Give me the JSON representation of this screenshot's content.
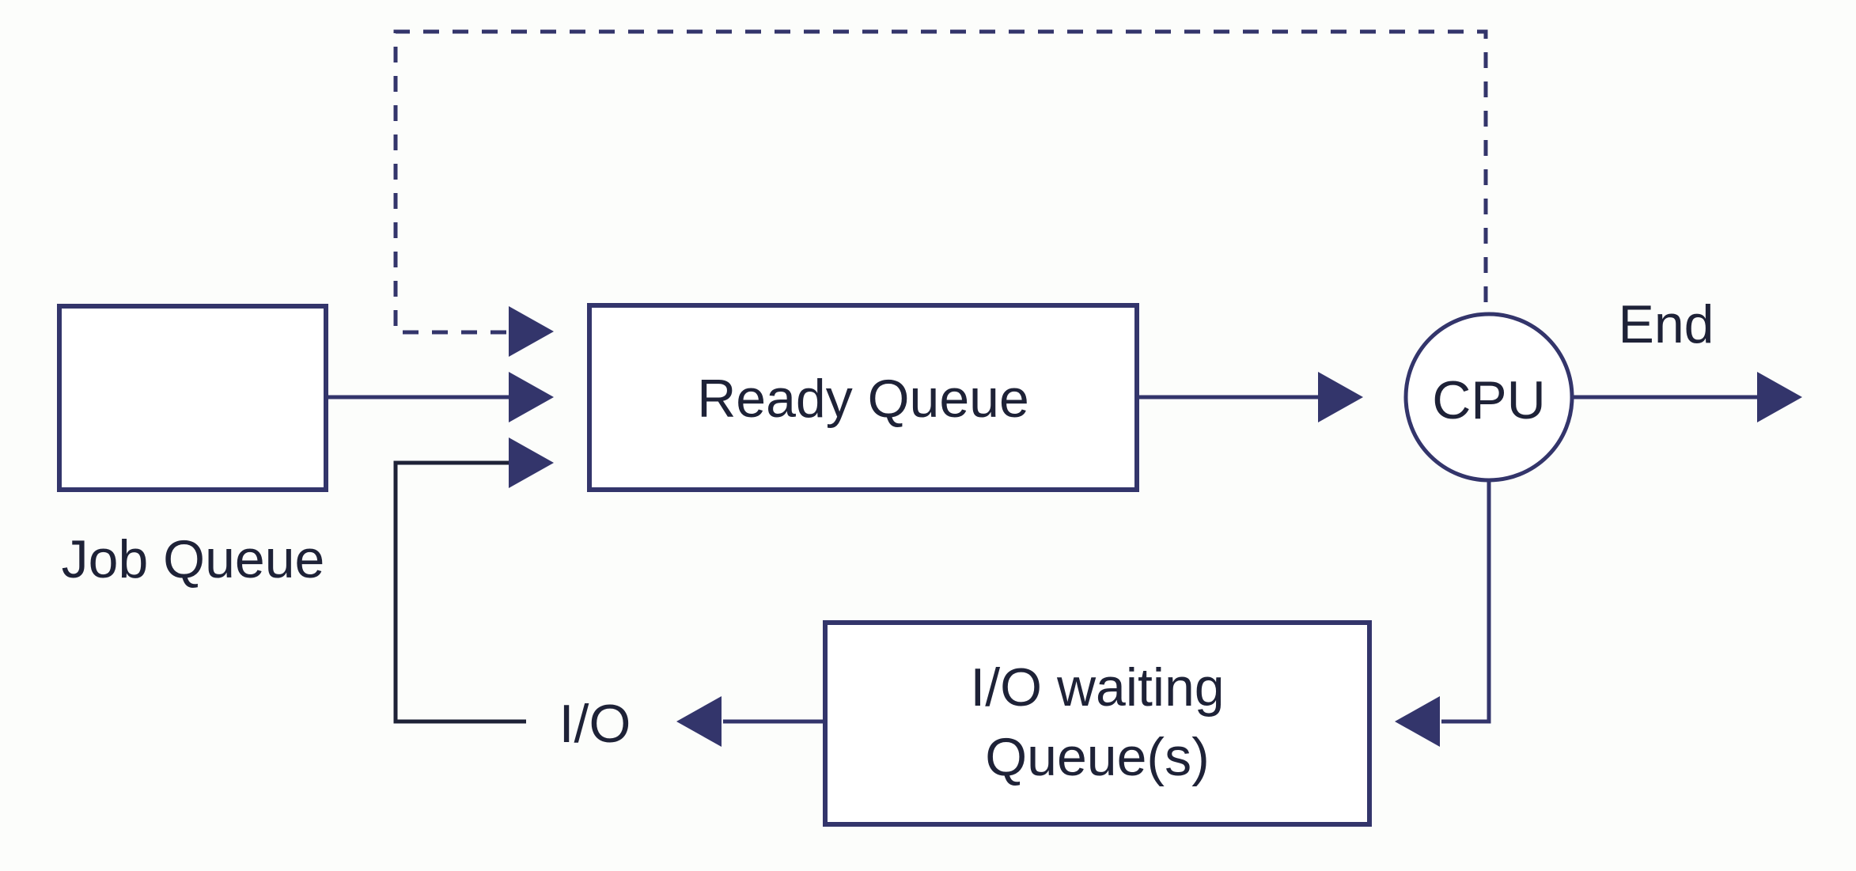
{
  "diagram": {
    "type": "flowchart",
    "subject": "CPU process scheduling queues",
    "colors": {
      "primary_line": "#33356b",
      "dark_line": "#1e2237",
      "text": "#1e2237",
      "node_fill": "#ffffff",
      "background": "#fcfdfb"
    },
    "labels": {
      "job_queue": "Job Queue",
      "ready_queue": "Ready Queue",
      "cpu": "CPU",
      "end": "End",
      "io": "I/O",
      "io_waiting_line1": "I/O waiting",
      "io_waiting_line2": "Queue(s)"
    },
    "nodes": [
      {
        "id": "job-queue",
        "shape": "rect",
        "label": "Job Queue",
        "label_position": "below"
      },
      {
        "id": "ready-queue",
        "shape": "rect",
        "label": "Ready Queue",
        "label_position": "inside"
      },
      {
        "id": "cpu",
        "shape": "circle",
        "label": "CPU",
        "label_position": "inside"
      },
      {
        "id": "io-waiting-queue",
        "shape": "rect",
        "label": "I/O waiting Queue(s)",
        "label_position": "inside"
      }
    ],
    "edges": [
      {
        "from": "job-queue",
        "to": "ready-queue",
        "style": "solid",
        "arrow": true
      },
      {
        "from": "cpu",
        "to": "ready-queue",
        "style": "dashed",
        "arrow": true
      },
      {
        "from": "ready-queue",
        "to": "cpu",
        "style": "solid",
        "arrow": true
      },
      {
        "from": "cpu",
        "to": "end",
        "style": "solid",
        "arrow": true
      },
      {
        "from": "cpu",
        "to": "io-waiting-queue",
        "style": "solid",
        "arrow": true
      },
      {
        "from": "io-waiting-queue",
        "to": "io",
        "style": "solid",
        "arrow": true
      },
      {
        "from": "io",
        "to": "ready-queue",
        "style": "solid",
        "arrow": true
      }
    ]
  }
}
